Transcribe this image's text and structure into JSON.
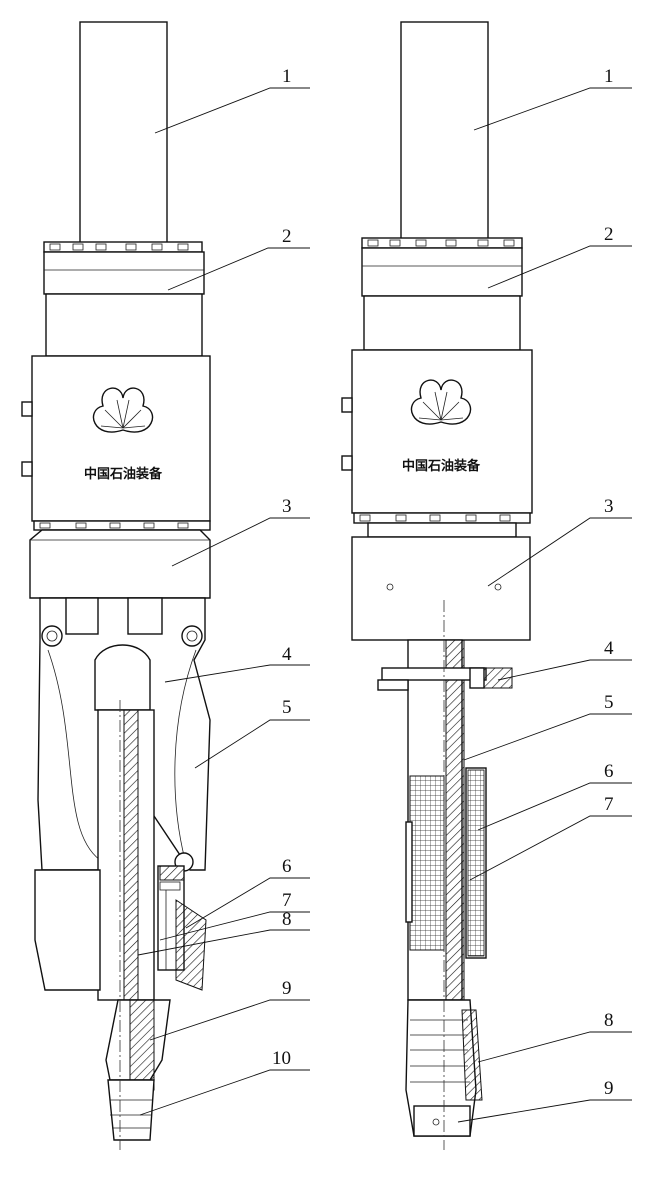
{
  "brand_text": "中国石油装备",
  "left_view": {
    "callouts": [
      "1",
      "2",
      "3",
      "4",
      "5",
      "6",
      "7",
      "8",
      "9",
      "10"
    ]
  },
  "right_view": {
    "callouts": [
      "1",
      "2",
      "3",
      "4",
      "5",
      "6",
      "7",
      "8",
      "9"
    ]
  },
  "colors": {
    "line": "#111111",
    "background": "#ffffff"
  }
}
